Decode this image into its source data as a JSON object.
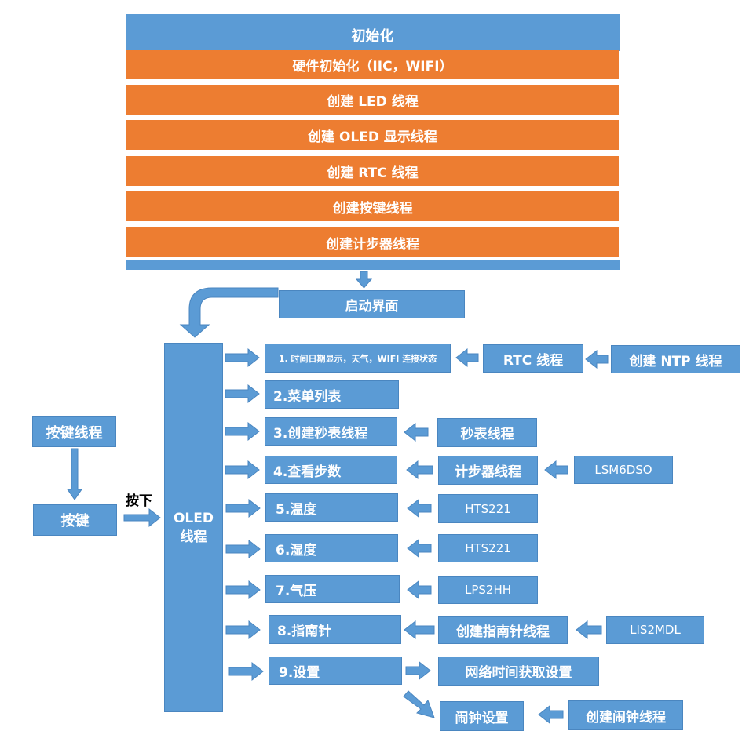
{
  "init": {
    "title": "初始化",
    "steps": [
      "硬件初始化（IIC，WIFI）",
      "创建 LED 线程",
      "创建 OLED 显示线程",
      "创建 RTC 线程",
      "创建按键线程",
      "创建计步器线程"
    ]
  },
  "startup": "启动界面",
  "oled": {
    "line1": "OLED",
    "line2": "线程"
  },
  "key_thread": "按键线程",
  "key": "按键",
  "press": "按下",
  "menu": [
    "1. 时间日期显示，天气，WIFI 连接状态",
    "2.菜单列表",
    "3.创建秒表线程",
    "4.查看步数",
    "5.温度",
    "6.湿度",
    "7.气压",
    "8.指南针",
    "9.设置"
  ],
  "sources": {
    "rtc": "RTC 线程",
    "ntp": "创建 NTP 线程",
    "stopwatch": "秒表线程",
    "pedometer": "计步器线程",
    "lsm6dso": "LSM6DSO",
    "hts221_t": "HTS221",
    "hts221_h": "HTS221",
    "lps2hh": "LPS2HH",
    "compass": "创建指南针线程",
    "lis2mdl": "LIS2MDL",
    "net_time": "网络时间获取设置",
    "alarm": "闹钟设置",
    "alarm_thread": "创建闹钟线程"
  }
}
